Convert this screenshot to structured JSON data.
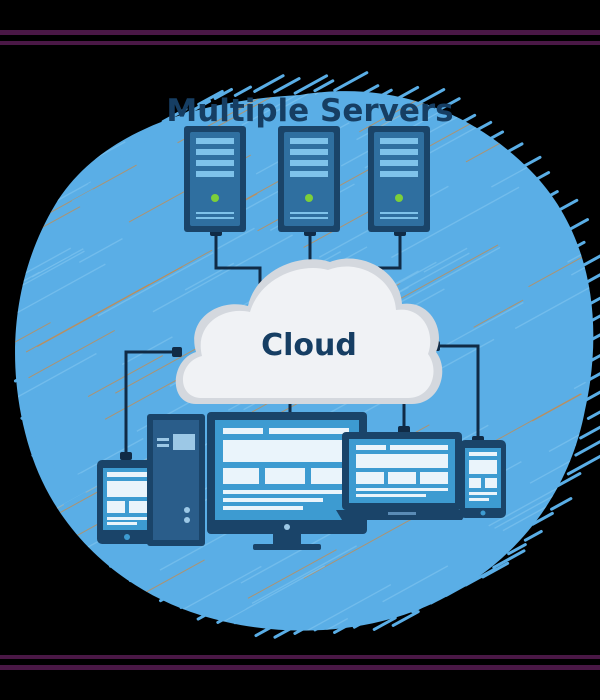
{
  "title": "Multiple Servers",
  "cloud_label": "Cloud",
  "nodes": {
    "servers": [
      "server-1",
      "server-2",
      "server-3"
    ],
    "devices": [
      "tablet",
      "desktop-tower",
      "desktop-monitor",
      "laptop",
      "smartphone"
    ]
  },
  "colors": {
    "background": "#000000",
    "accent_bar": "#4a1846",
    "blob": "#5aaee6",
    "blob_scratch_orange": "#c98a4a",
    "blob_scratch_light": "#7cc2ee",
    "navy": "#1a4469",
    "screen": "#3d9bd1",
    "screen_light": "#eaf4fb",
    "server_face": "#2f6fa0",
    "led_green": "#7ccf3a",
    "cloud": "#f0f2f5",
    "cloud_shade": "#d4d8de",
    "connector": "#102b46"
  }
}
